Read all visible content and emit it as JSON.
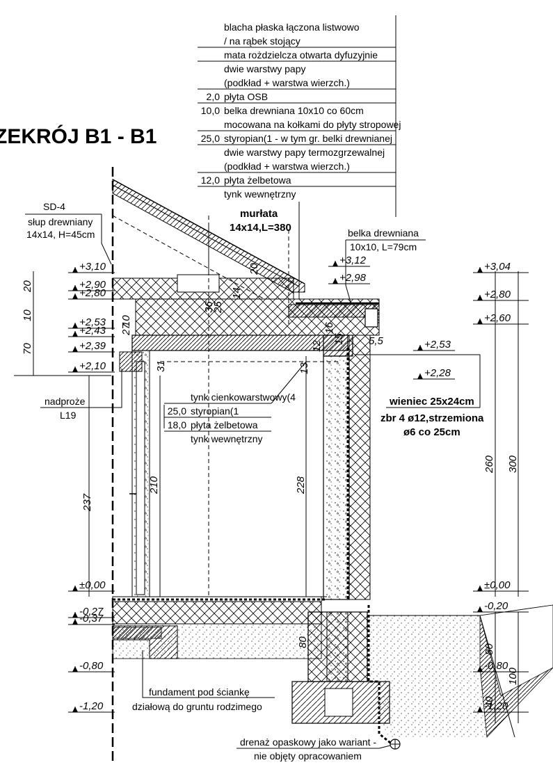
{
  "title": "ZEKRÓJ B1 - B1",
  "roof_layers": [
    {
      "thickness": "",
      "text": "blacha płaska łączona listwowo"
    },
    {
      "thickness": "",
      "text": "/ na rąbek stojący"
    },
    {
      "thickness": "",
      "text": "mata rożdzielcza otwarta dyfuzyjnie"
    },
    {
      "thickness": "",
      "text": "dwie warstwy papy"
    },
    {
      "thickness": "",
      "text": "(podkład + warstwa wierzch.)"
    },
    {
      "thickness": "2,0",
      "text": "płyta OSB"
    },
    {
      "thickness": "10,0",
      "text": "belka drewniana 10x10 co 60cm"
    },
    {
      "thickness": "",
      "text": "mocowana na kołkami do płyty stropowej"
    },
    {
      "thickness": "25,0",
      "text": "styropian(1 - w tym gr. belki drewnianej"
    },
    {
      "thickness": "",
      "text": "dwie warstwy papy termozgrzewalnej"
    },
    {
      "thickness": "",
      "text": "(podkład + warstwa wierzch.)"
    },
    {
      "thickness": "12,0",
      "text": "płyta żelbetowa"
    },
    {
      "thickness": "",
      "text": "tynk wewnętrzny"
    }
  ],
  "ceiling_layers": [
    {
      "thickness": "",
      "text": "tynk cienkowarstwowy(4"
    },
    {
      "thickness": "25,0",
      "text": "styropian(1"
    },
    {
      "thickness": "18,0",
      "text": "płyta żelbetowa"
    },
    {
      "thickness": "",
      "text": "tynk wewnętrzny"
    }
  ],
  "labels": {
    "sd4": "SD-4",
    "slup_line1": "słup drewniany",
    "slup_line2": "14x14, H=45cm",
    "murlata": "murłata",
    "murlata_dim": "14x14,L=380",
    "belka_line1": "belka drewniana",
    "belka_line2": "10x10, L=79cm",
    "nadproze": "nadproże",
    "nadproze_code": "L19",
    "wieniec_line1": "wieniec 25x24cm",
    "wieniec_line2": "zbr 4 ø12,strzemiona",
    "wieniec_line3": "ø6 co 25cm",
    "fundament_line1": "fundament pod ściankę",
    "fundament_line2": "działową do gruntu rodzimego",
    "drenaz_line1": "drenaż opaskowy jako wariant -",
    "drenaz_line2": "nie objęty opracowaniem"
  },
  "levels_left": [
    "+3,10",
    "+2,90",
    "+2,80",
    "+2,53",
    "+2,43",
    "+2,39",
    "+2,10",
    "±0,00",
    "-0,27",
    "-0,37",
    "-0,80",
    "-1,20"
  ],
  "levels_right": [
    "+3,04",
    "+2,80",
    "+2,60",
    "±0,00",
    "-0,20",
    "-0,80",
    "-1,20"
  ],
  "levels_mid": [
    "+3,12",
    "+2,98",
    "+2,53",
    "+2,28"
  ],
  "dims_left": [
    "20",
    "10",
    "70",
    "237"
  ],
  "dims_right": [
    "260",
    "300",
    "80",
    "100",
    "40"
  ],
  "dims_mid": [
    "20",
    "14",
    "25",
    "27",
    "10",
    "31",
    "210",
    "228",
    "13",
    "12",
    "15",
    "5,5",
    "80",
    "36",
    "16"
  ]
}
